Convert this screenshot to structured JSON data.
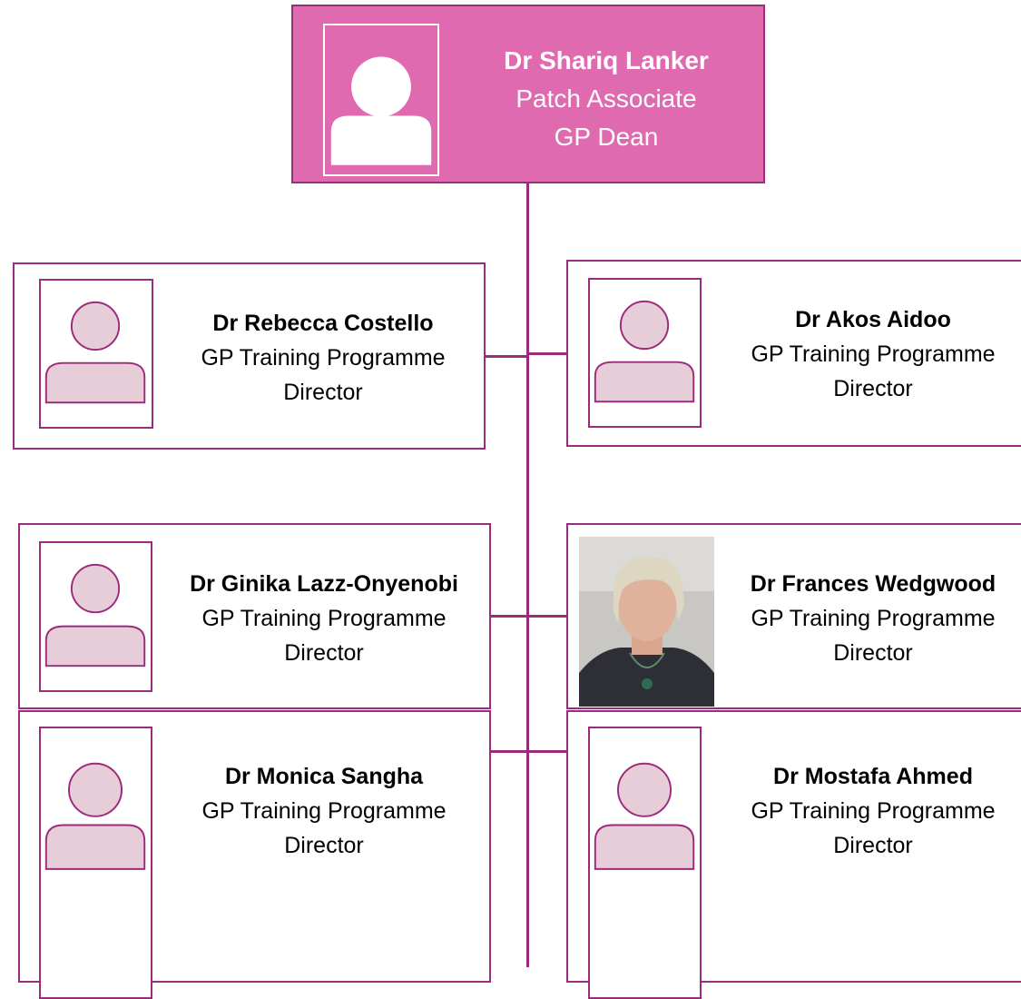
{
  "colors": {
    "accent": "#9b2c7c",
    "root_fill": "#df6aaf",
    "avatar_fill": "#e6cdd8"
  },
  "root": {
    "name": "Dr Shariq Lanker",
    "role_line1": "Patch Associate",
    "role_line2": "GP Dean",
    "avatar_icon": "person-placeholder-icon"
  },
  "members": [
    {
      "name": "Dr Rebecca Costello",
      "role_line1": "GP Training Programme",
      "role_line2": "Director",
      "avatar_icon": "person-placeholder-icon"
    },
    {
      "name": "Dr Akos Aidoo",
      "role_line1": "GP Training Programme",
      "role_line2": "Director",
      "avatar_icon": "person-placeholder-icon"
    },
    {
      "name": "Dr Ginika Lazz-Onyenobi",
      "role_line1": "GP Training Programme",
      "role_line2": "Director",
      "avatar_icon": "person-placeholder-icon"
    },
    {
      "name": "Dr Frances Wedgwood",
      "role_line1": "GP Training Programme",
      "role_line2": "Director",
      "avatar_icon": "person-photo"
    },
    {
      "name": "Dr Monica Sangha",
      "role_line1": "GP Training Programme",
      "role_line2": "Director",
      "avatar_icon": "person-placeholder-icon"
    },
    {
      "name": "Dr Mostafa Ahmed",
      "role_line1": "GP Training Programme",
      "role_line2": "Director",
      "avatar_icon": "person-placeholder-icon"
    }
  ]
}
